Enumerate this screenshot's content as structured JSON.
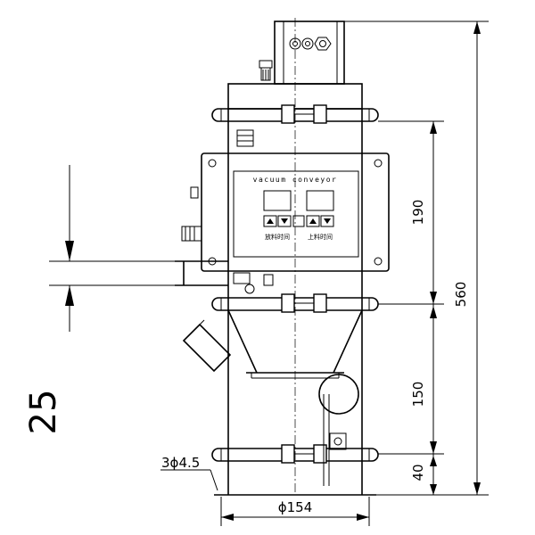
{
  "panel": {
    "title": "vacuum conveyor",
    "label_left": "放料时间",
    "label_right": "上料时间"
  },
  "dimensions": {
    "total_height": "560",
    "upper_height": "190",
    "middle_height": "150",
    "lower_height": "40",
    "diameter": "ϕ154",
    "holes": "3ϕ4.5",
    "detail": "25"
  }
}
